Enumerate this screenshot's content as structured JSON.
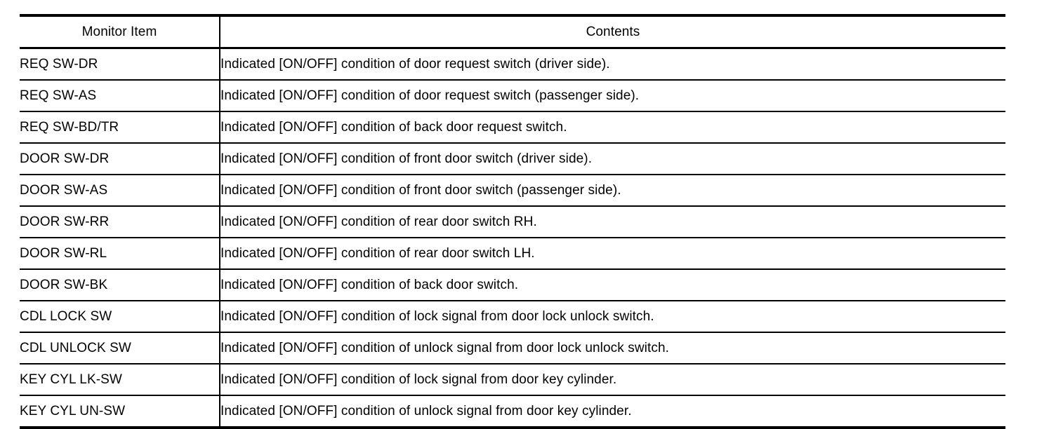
{
  "table": {
    "columns": [
      {
        "key": "monitor_item",
        "header": "Monitor Item",
        "align": "center"
      },
      {
        "key": "contents",
        "header": "Contents",
        "align": "center"
      }
    ],
    "headers": {
      "monitor_item": "Monitor Item",
      "contents": "Contents"
    },
    "rows": [
      {
        "monitor_item": "REQ SW-DR",
        "contents": "Indicated [ON/OFF] condition of door request switch (driver side)."
      },
      {
        "monitor_item": "REQ SW-AS",
        "contents": "Indicated [ON/OFF] condition of door request switch (passenger side)."
      },
      {
        "monitor_item": "REQ SW-BD/TR",
        "contents": "Indicated [ON/OFF] condition of back door request switch."
      },
      {
        "monitor_item": "DOOR SW-DR",
        "contents": "Indicated [ON/OFF] condition of front door switch (driver side)."
      },
      {
        "monitor_item": "DOOR SW-AS",
        "contents": "Indicated [ON/OFF] condition of front door switch (passenger side)."
      },
      {
        "monitor_item": "DOOR SW-RR",
        "contents": "Indicated [ON/OFF] condition of rear door switch RH."
      },
      {
        "monitor_item": "DOOR SW-RL",
        "contents": "Indicated [ON/OFF] condition of rear door switch LH."
      },
      {
        "monitor_item": "DOOR SW-BK",
        "contents": "Indicated [ON/OFF] condition of back door switch."
      },
      {
        "monitor_item": "CDL LOCK SW",
        "contents": "Indicated [ON/OFF] condition of lock signal from door lock unlock switch."
      },
      {
        "monitor_item": "CDL UNLOCK SW",
        "contents": "Indicated [ON/OFF] condition of unlock signal from door lock unlock switch."
      },
      {
        "monitor_item": "KEY CYL LK-SW",
        "contents": "Indicated [ON/OFF] condition of lock signal from door key cylinder."
      },
      {
        "monitor_item": "KEY CYL UN-SW",
        "contents": "Indicated [ON/OFF] condition of unlock signal from door key cylinder."
      }
    ],
    "style": {
      "text_color": "#000000",
      "background": "#ffffff",
      "rule_color": "#000000"
    }
  }
}
